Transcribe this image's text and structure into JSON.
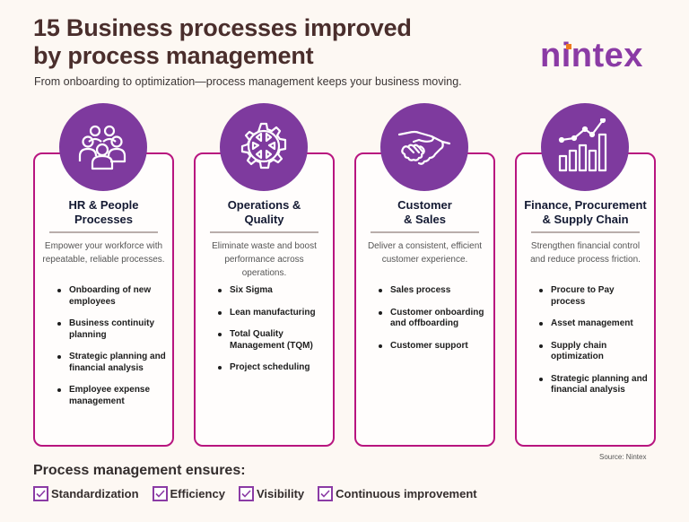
{
  "header": {
    "title_line1": "15 Business processes improved",
    "title_line2": "by process management",
    "subtitle": "From onboarding to optimization—process management keeps your business moving.",
    "logo_text": "nintex",
    "logo_color": "#8b3ba5",
    "logo_accent_color": "#f07a1e"
  },
  "colors": {
    "card_border": "#b8157f",
    "circle_fill": "#7e3a9e",
    "background": "#fdf8f3"
  },
  "cards": [
    {
      "icon": "people-group-icon",
      "title_line1": "HR & People",
      "title_line2": "Processes",
      "description": "Empower your workforce with repeatable, reliable processes.",
      "items": [
        "Onboarding of new employees",
        "Business continuity planning",
        "Strategic planning and financial analysis",
        "Employee expense management"
      ]
    },
    {
      "icon": "gear-icon",
      "title_line1": "Operations &",
      "title_line2": "Quality",
      "description": "Eliminate waste and boost performance across operations.",
      "items": [
        "Six Sigma",
        "Lean manufacturing",
        "Total Quality Management (TQM)",
        "Project scheduling"
      ]
    },
    {
      "icon": "handshake-icon",
      "title_line1": "Customer",
      "title_line2": "& Sales",
      "description": "Deliver a consistent, efficient customer experience.",
      "items": [
        "Sales process",
        "Customer onboarding and offboarding",
        "Customer support"
      ]
    },
    {
      "icon": "bar-chart-trend-icon",
      "title_line1": "Finance, Procurement",
      "title_line2": "& Supply Chain",
      "description": "Strengthen financial control and reduce process friction.",
      "items": [
        "Procure to Pay process",
        "Asset management",
        "Supply chain optimization",
        "Strategic planning and financial analysis"
      ]
    }
  ],
  "source": "Source: Nintex",
  "ensures": {
    "title": "Process management ensures:",
    "items": [
      "Standardization",
      "Efficiency",
      "Visibility",
      "Continuous improvement"
    ]
  }
}
